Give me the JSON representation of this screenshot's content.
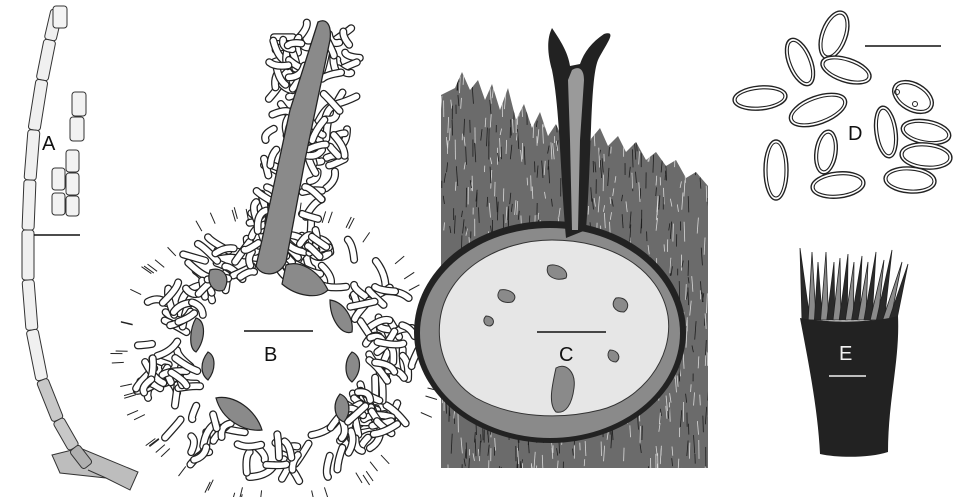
{
  "figure": {
    "panels": [
      {
        "id": "A",
        "label": "A"
      },
      {
        "id": "B",
        "label": "B"
      },
      {
        "id": "C",
        "label": "C"
      },
      {
        "id": "D",
        "label": "D"
      },
      {
        "id": "E",
        "label": "E"
      }
    ]
  },
  "colors": {
    "ink": "#111111",
    "dark_fill": "#222222",
    "mid_gray": "#8a8a8a",
    "light_gray": "#e6e6e6",
    "stroma_gray": "#6b6b6b",
    "background": "#ffffff"
  }
}
